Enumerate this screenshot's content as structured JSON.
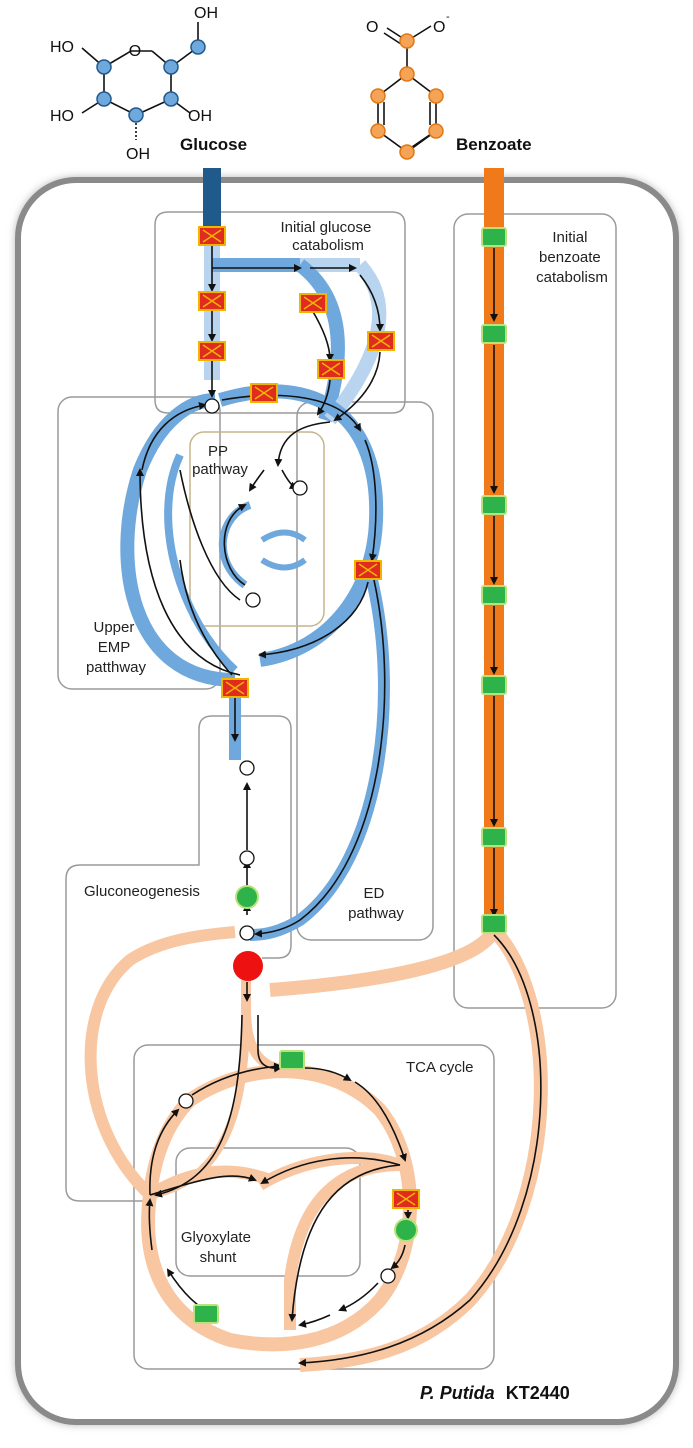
{
  "molecules": {
    "glucose": {
      "name": "Glucose",
      "ring_oxygen": "O",
      "oh_top": "OH",
      "oh_left_top": "HO",
      "oh_left_bottom": "HO",
      "oh_right": "OH",
      "oh_bottom": "OH"
    },
    "benzoate": {
      "name": "Benzoate",
      "o_double": "O",
      "o_single": "O",
      "charge": "-"
    }
  },
  "modules": {
    "initial_glucose": [
      "Initial glucose",
      "catabolism"
    ],
    "initial_benzoate": [
      "Initial",
      "benzoate",
      "catabolism"
    ],
    "pp": [
      "PP",
      "pathway"
    ],
    "upper_emp": [
      "Upper",
      "EMP",
      "patthway"
    ],
    "gluconeogenesis": "Gluconeogenesis",
    "ed": [
      "ED",
      "pathway"
    ],
    "tca": "TCA cycle",
    "glyoxylate": [
      "Glyoxylate",
      "shunt"
    ]
  },
  "organism": {
    "species": "P. Putida",
    "strain": "KT2440"
  },
  "legend_colors": {
    "glucose_flux": "#6fa8dc",
    "glucose_dark": "#1f5a8a",
    "benzoate_flux": "#f8c7a1",
    "benzoate_dark": "#f07a1a",
    "down_regulated": "#e02b20",
    "up_regulated": "#2db34a",
    "inverted_node": "#ee1111"
  }
}
